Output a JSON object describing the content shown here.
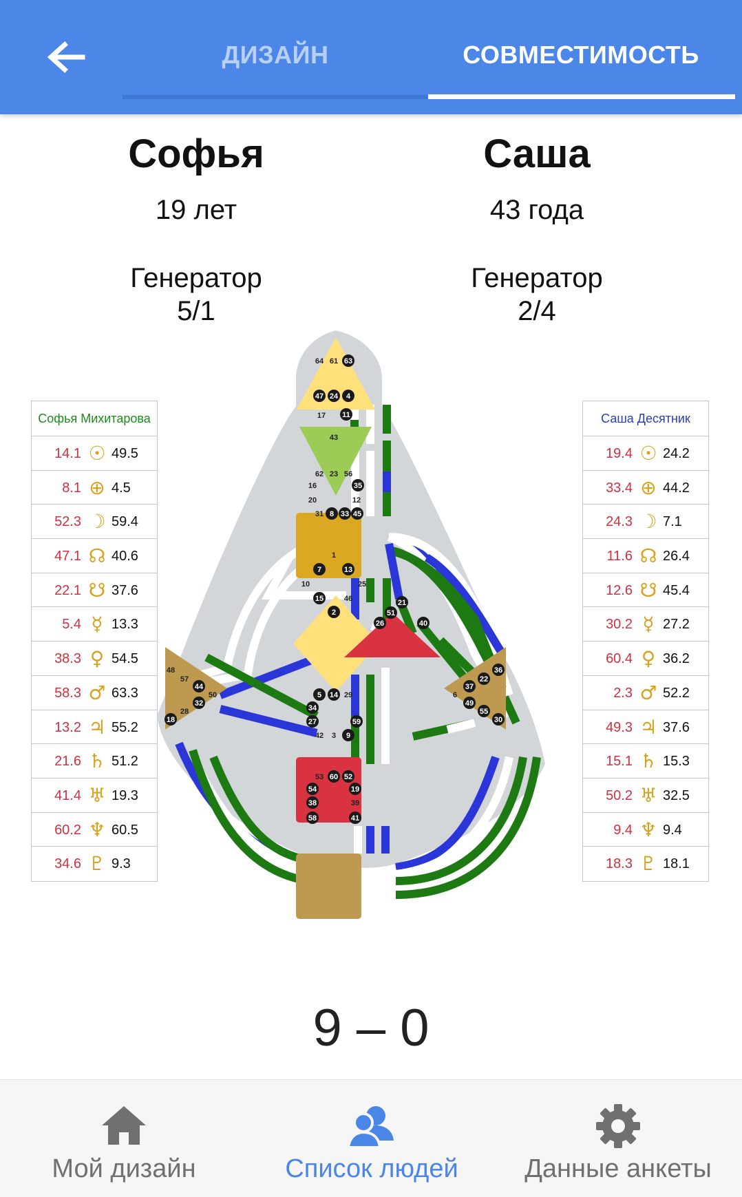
{
  "header": {
    "tabs": [
      {
        "label": "ДИЗАЙН"
      },
      {
        "label": "СОВМЕСТИМОСТЬ"
      }
    ],
    "active_tab": 1
  },
  "person_left": {
    "name": "Софья",
    "age": "19 лет",
    "type": "Генератор",
    "profile": "5/1",
    "table_title": "Софья Михитарова"
  },
  "person_right": {
    "name": "Саша",
    "age": "43 года",
    "type": "Генератор",
    "profile": "2/4",
    "table_title": "Саша Десятник"
  },
  "planet_symbols": [
    "☉",
    "⊕",
    "☽",
    "☊",
    "☋",
    "☿",
    "♀",
    "♂",
    "♃",
    "♄",
    "♅",
    "♆",
    "♇"
  ],
  "planet_icons": [
    "sun-icon",
    "earth-icon",
    "moon-icon",
    "north-node-icon",
    "south-node-icon",
    "mercury-icon",
    "venus-icon",
    "mars-icon",
    "jupiter-icon",
    "saturn-icon",
    "uranus-icon",
    "neptune-icon",
    "pluto-icon"
  ],
  "left_table": [
    {
      "a": "14.1",
      "b": "49.5"
    },
    {
      "a": "8.1",
      "b": "4.5"
    },
    {
      "a": "52.3",
      "b": "59.4"
    },
    {
      "a": "47.1",
      "b": "40.6"
    },
    {
      "a": "22.1",
      "b": "37.6"
    },
    {
      "a": "5.4",
      "b": "13.3"
    },
    {
      "a": "38.3",
      "b": "54.5"
    },
    {
      "a": "58.3",
      "b": "63.3"
    },
    {
      "a": "13.2",
      "b": "55.2"
    },
    {
      "a": "21.6",
      "b": "51.2"
    },
    {
      "a": "41.4",
      "b": "19.3"
    },
    {
      "a": "60.2",
      "b": "60.5"
    },
    {
      "a": "34.6",
      "b": "9.3"
    }
  ],
  "right_table": [
    {
      "a": "19.4",
      "b": "24.2"
    },
    {
      "a": "33.4",
      "b": "44.2"
    },
    {
      "a": "24.3",
      "b": "7.1"
    },
    {
      "a": "11.6",
      "b": "26.4"
    },
    {
      "a": "12.6",
      "b": "45.4"
    },
    {
      "a": "30.2",
      "b": "27.2"
    },
    {
      "a": "60.4",
      "b": "36.2"
    },
    {
      "a": "2.3",
      "b": "52.2"
    },
    {
      "a": "49.3",
      "b": "37.6"
    },
    {
      "a": "15.1",
      "b": "15.3"
    },
    {
      "a": "50.2",
      "b": "32.5"
    },
    {
      "a": "9.4",
      "b": "9.4"
    },
    {
      "a": "18.3",
      "b": "18.1"
    }
  ],
  "colors": {
    "header": "#4c87e8",
    "active_person_a": "#1e8a1e",
    "active_person_b": "#2a3fb0",
    "head_center": "#ffe07a",
    "ajna_center": "#9ccc55",
    "throat_center": "#dba823",
    "g_center": "#ffe07a",
    "ego_center": "#d93240",
    "sacral_center": "#d93240",
    "spleen_center": "#bd9a50",
    "solar_center": "#bd9a50",
    "root_center": "#bd9a50"
  },
  "gates": {
    "head": [
      "64",
      "61",
      "63"
    ],
    "ajna": [
      "47",
      "24",
      "4",
      "17",
      "11",
      "43"
    ],
    "throat": [
      "62",
      "23",
      "56",
      "16",
      "35",
      "20",
      "12",
      "31",
      "8",
      "33",
      "45"
    ],
    "g": [
      "1",
      "7",
      "13",
      "10",
      "25",
      "15",
      "46",
      "2"
    ],
    "ego": [
      "21",
      "51",
      "26",
      "40"
    ],
    "spleen": [
      "48",
      "57",
      "44",
      "50",
      "32",
      "28",
      "18"
    ],
    "solar": [
      "36",
      "22",
      "37",
      "6",
      "49",
      "55",
      "30"
    ],
    "sacral": [
      "5",
      "14",
      "29",
      "34",
      "27",
      "59",
      "42",
      "3",
      "9"
    ],
    "root": [
      "53",
      "60",
      "52",
      "54",
      "19",
      "38",
      "39",
      "58",
      "41"
    ]
  },
  "score": "9 – 0",
  "bottom_nav": [
    {
      "label": "Мой дизайн",
      "icon": "home-icon"
    },
    {
      "label": "Список людей",
      "icon": "people-icon"
    },
    {
      "label": "Данные анкеты",
      "icon": "gear-icon"
    }
  ],
  "active_nav": 1
}
